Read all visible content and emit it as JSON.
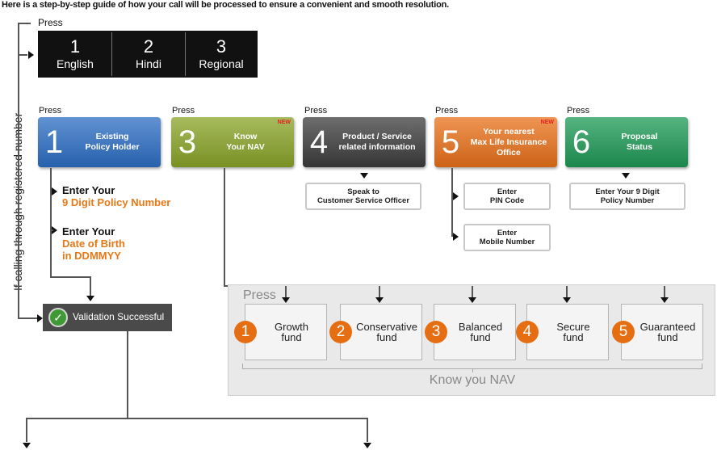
{
  "intro": "Here is a step-by-step guide of how your call will be processed to ensure a convenient and smooth resolution.",
  "side_label": "If calling through registered number",
  "press_label": "Press",
  "languages": [
    {
      "num": "1",
      "label": "English"
    },
    {
      "num": "2",
      "label": "Hindi"
    },
    {
      "num": "3",
      "label": "Regional"
    }
  ],
  "options": [
    {
      "num": "1",
      "label": "Existing\nPolicy Holder",
      "new": ""
    },
    {
      "num": "3",
      "label": "Know\nYour NAV",
      "new": "NEW"
    },
    {
      "num": "4",
      "label": "Product / Service\nrelated information",
      "new": ""
    },
    {
      "num": "5",
      "label": "Your nearest\nMax Life Insurance\nOffice",
      "new": "NEW"
    },
    {
      "num": "6",
      "label": "Proposal\nStatus",
      "new": ""
    }
  ],
  "option_colors": [
    "#2c6ec4",
    "#8aa428",
    "#3d3d3d",
    "#e9711a",
    "#1e9a56"
  ],
  "steps": {
    "enter_your": "Enter Your",
    "policy_number": "9 Digit Policy Number",
    "dob_1": "Date of Birth",
    "dob_2": "in DDMMYY"
  },
  "validation": {
    "label": "Validation Successful",
    "icon": "check-icon"
  },
  "service_boxes": {
    "speak": "Speak to\nCustomer Service Officer",
    "pin": "Enter\nPIN Code",
    "mobile": "Enter\nMobile Number",
    "proposal": "Enter Your 9 Digit\nPolicy Number"
  },
  "nav_panel": {
    "press": "Press",
    "funds": [
      {
        "num": "1",
        "label": "Growth\nfund"
      },
      {
        "num": "2",
        "label": "Conservative\nfund"
      },
      {
        "num": "3",
        "label": "Balanced\nfund"
      },
      {
        "num": "4",
        "label": "Secure\nfund"
      },
      {
        "num": "5",
        "label": "Guaranteed\nfund"
      }
    ],
    "caption": "Know you NAV"
  }
}
